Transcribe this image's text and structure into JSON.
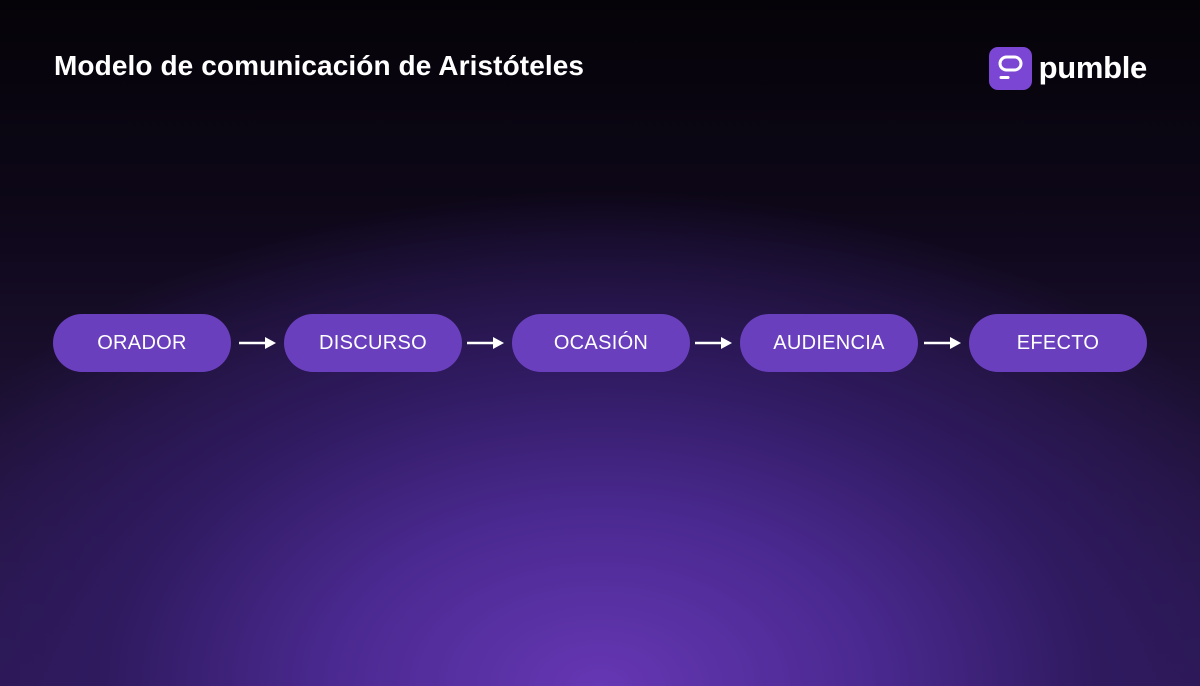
{
  "header": {
    "title": "Modelo de comunicación de Aristóteles"
  },
  "brand": {
    "name": "pumble",
    "icon": "pumble-logo-icon",
    "color": "#7b46d4"
  },
  "diagram": {
    "type": "flow",
    "steps": [
      {
        "label": "ORADOR"
      },
      {
        "label": "DISCURSO"
      },
      {
        "label": "OCASIÓN"
      },
      {
        "label": "AUDIENCIA"
      },
      {
        "label": "EFECTO"
      }
    ],
    "connector": "arrow-right-icon",
    "node_color": "#6a3fbd"
  }
}
